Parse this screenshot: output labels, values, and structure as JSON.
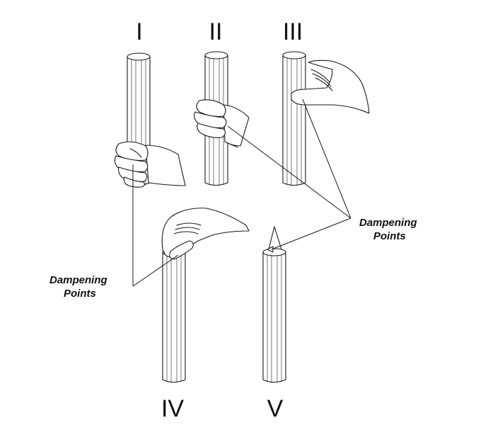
{
  "labels": {
    "tube_1": "I",
    "tube_2": "II",
    "tube_3": "III",
    "tube_4": "IV",
    "tube_5": "V"
  },
  "callouts": {
    "right_line1": "Dampening",
    "right_line2": "Points",
    "left_line1": "Dampening",
    "left_line2": "Points"
  }
}
